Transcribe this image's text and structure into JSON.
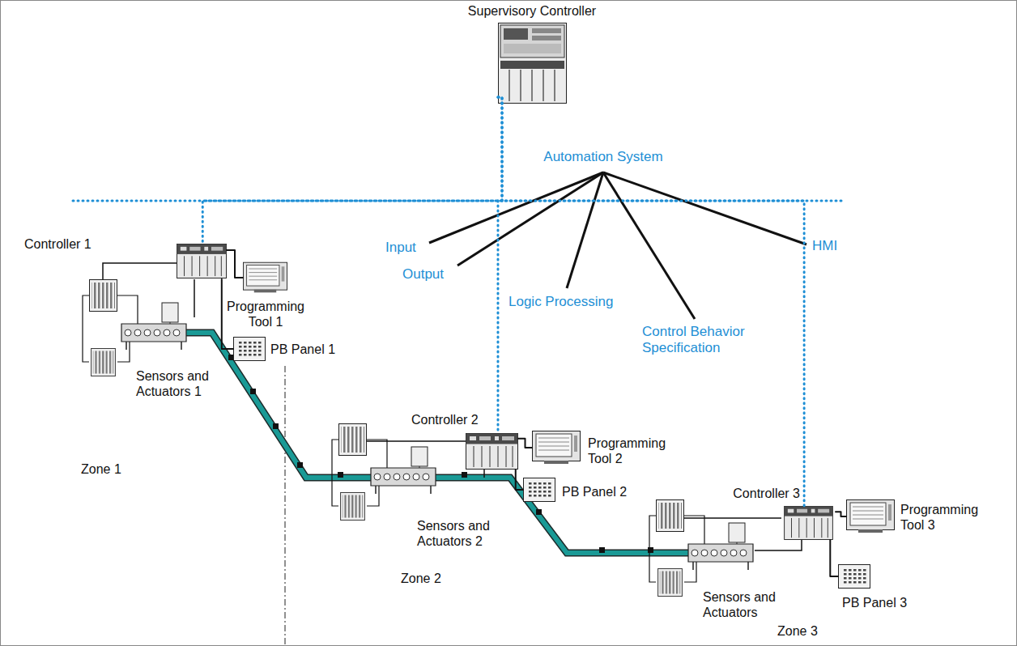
{
  "diagram": {
    "nodes": [
      {
        "text": [
          "Supervisory Controller"
        ]
      },
      {
        "text": [
          "Controller 1"
        ]
      },
      {
        "text": [
          "Programming Tool 1"
        ]
      },
      {
        "text": [
          "PB Panel 1"
        ]
      },
      {
        "text": [
          "Controller 2"
        ]
      },
      {
        "text": [
          "Programming Tool 2"
        ]
      },
      {
        "text": [
          "PB Panel 2"
        ]
      },
      {
        "text": [
          "Controller 3"
        ]
      },
      {
        "text": [
          "Programming Tool 3"
        ]
      },
      {
        "text": [
          "PB Panel 3"
        ]
      }
    ],
    "edges": [
      {
        "from": 0,
        "to": 1,
        "arrow": "none"
      },
      {
        "from": 0,
        "to": 4,
        "arrow": "none"
      },
      {
        "from": 0,
        "to": 7,
        "arrow": "none"
      },
      {
        "from": 1,
        "to": 2,
        "arrow": "none"
      },
      {
        "from": 1,
        "to": 3,
        "arrow": "none"
      },
      {
        "from": 4,
        "to": 5,
        "arrow": "none"
      },
      {
        "from": 4,
        "to": 6,
        "arrow": "none"
      },
      {
        "from": 7,
        "to": 8,
        "arrow": "none"
      },
      {
        "from": 7,
        "to": 9,
        "arrow": "none"
      }
    ],
    "labels": [
      "Automation System",
      "Input",
      "Output",
      "Logic Processing",
      "Control Behavior Specification",
      "HMI",
      "Sensors and Actuators 1",
      "Zone 1",
      "Sensors and Actuators 2",
      "Zone 2",
      "Sensors and Actuators",
      "Zone 3"
    ]
  }
}
